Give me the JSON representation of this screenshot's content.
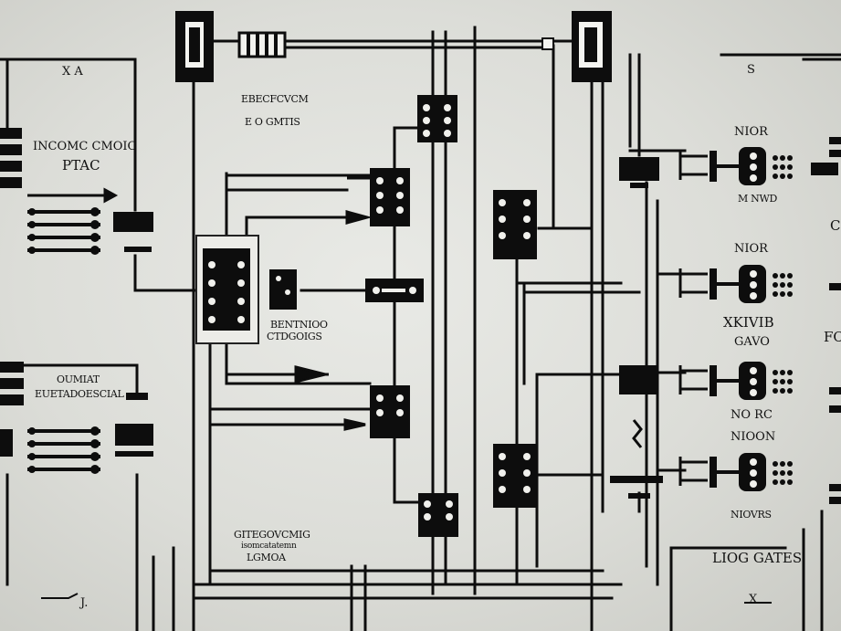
{
  "labels": {
    "top_center_1": "EBECFCVCM",
    "top_center_2": "E O GMTIS",
    "left_top_1": "INCOMC CMOIC",
    "left_top_2": "PTAC",
    "mid_left_1": "BENTNIOO",
    "mid_left_2": "CTDGOIGS",
    "left_bottom_1": "OUMIAT",
    "left_bottom_2": "EUETADOESCIAL",
    "bottom_center_1": "GITEGOVCMIG",
    "bottom_center_2": "isomcatatemn",
    "bottom_center_3": "LGMOA",
    "right_1": "NIOR",
    "right_2": "M NWD",
    "right_3": "NIOR",
    "right_4": "XKIVIB",
    "right_5": "GAVO",
    "right_6": "NO RC",
    "right_7": "NIOON",
    "right_8": "NIOVRS",
    "right_9": "LIOG GATES",
    "edge_right": "FC",
    "edge_right_2": "C",
    "top_left_mark": "X A",
    "top_right_mark": "S",
    "bottom_left_mark": "J.",
    "bottom_right_mark": "X"
  }
}
